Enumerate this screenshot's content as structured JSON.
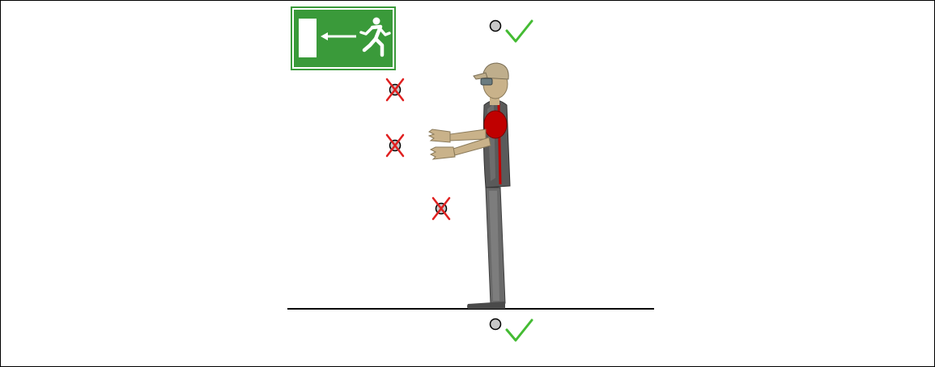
{
  "exit_sign": {
    "icon": "emergency-exit-sign-icon",
    "background_color": "#3a9a3a",
    "symbol_color": "#ffffff"
  },
  "figure": {
    "icon": "standing-worker-figure",
    "shirt_color": "#555555",
    "highlight_color": "#c00000",
    "skin_color": "#c9b28a",
    "helmet_color": "#bfae8c"
  },
  "markers": [
    {
      "id": "top",
      "status": "ok"
    },
    {
      "id": "upper-left",
      "status": "not-ok"
    },
    {
      "id": "middle-left",
      "status": "not-ok"
    },
    {
      "id": "lower-left",
      "status": "not-ok"
    },
    {
      "id": "floor",
      "status": "ok"
    }
  ],
  "colors": {
    "check": "#44bb33",
    "cross": "#e02020",
    "point_fill": "#c8c8c8",
    "floor_line": "#000000"
  }
}
